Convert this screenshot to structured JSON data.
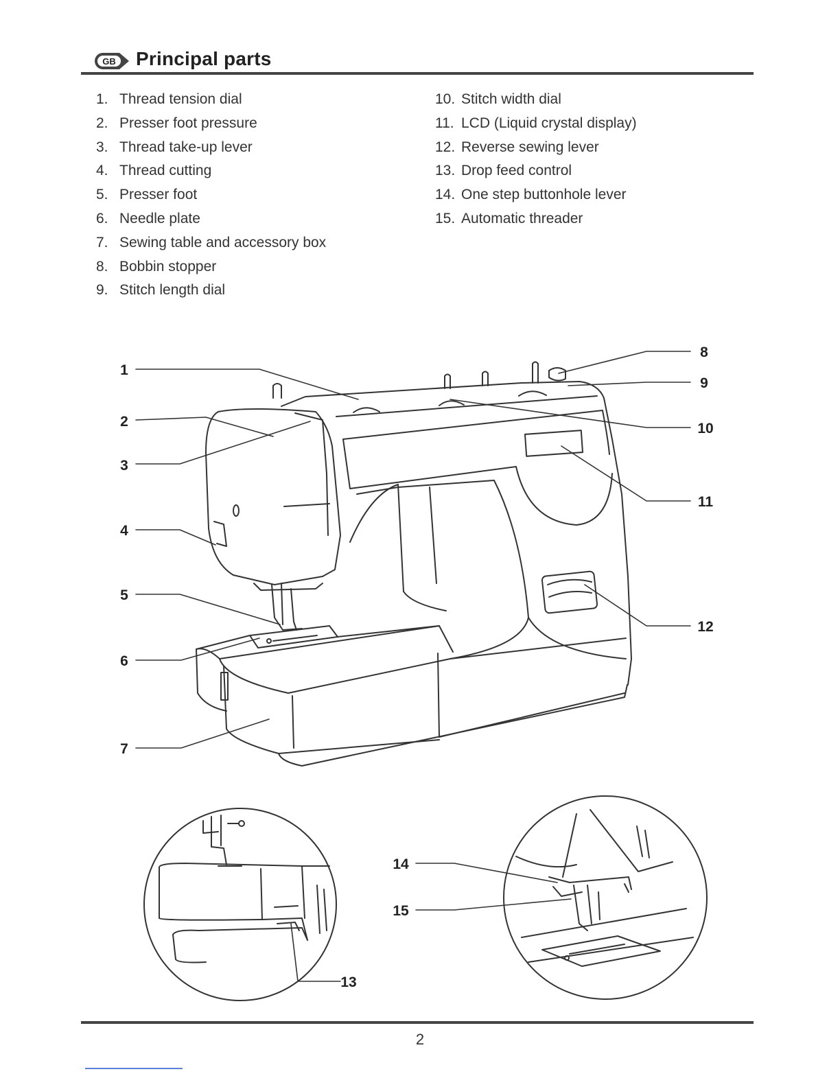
{
  "header": {
    "badge": "GB",
    "title": "Principal parts"
  },
  "parts_left": [
    {
      "num": "1.",
      "label": "Thread tension dial"
    },
    {
      "num": "2.",
      "label": "Presser foot pressure"
    },
    {
      "num": "3.",
      "label": "Thread take-up lever"
    },
    {
      "num": "4.",
      "label": "Thread cutting"
    },
    {
      "num": "5.",
      "label": "Presser foot"
    },
    {
      "num": "6.",
      "label": "Needle plate"
    },
    {
      "num": "7.",
      "label": "Sewing table and accessory box"
    },
    {
      "num": "8.",
      "label": "Bobbin stopper"
    },
    {
      "num": "9.",
      "label": "Stitch length dial"
    }
  ],
  "parts_right": [
    {
      "num": "10.",
      "label": "Stitch width dial"
    },
    {
      "num": "11.",
      "label": "LCD (Liquid crystal display)"
    },
    {
      "num": "12.",
      "label": "Reverse sewing lever"
    },
    {
      "num": "13.",
      "label": "Drop feed control"
    },
    {
      "num": "14.",
      "label": "One step buttonhole lever"
    },
    {
      "num": "15.",
      "label": "Automatic threader"
    }
  ],
  "callouts": {
    "c1": "1",
    "c2": "2",
    "c3": "3",
    "c4": "4",
    "c5": "5",
    "c6": "6",
    "c7": "7",
    "c8": "8",
    "c9": "9",
    "c10": "10",
    "c11": "11",
    "c12": "12",
    "c13": "13",
    "c14": "14",
    "c15": "15"
  },
  "footer": {
    "page_number": "2"
  }
}
